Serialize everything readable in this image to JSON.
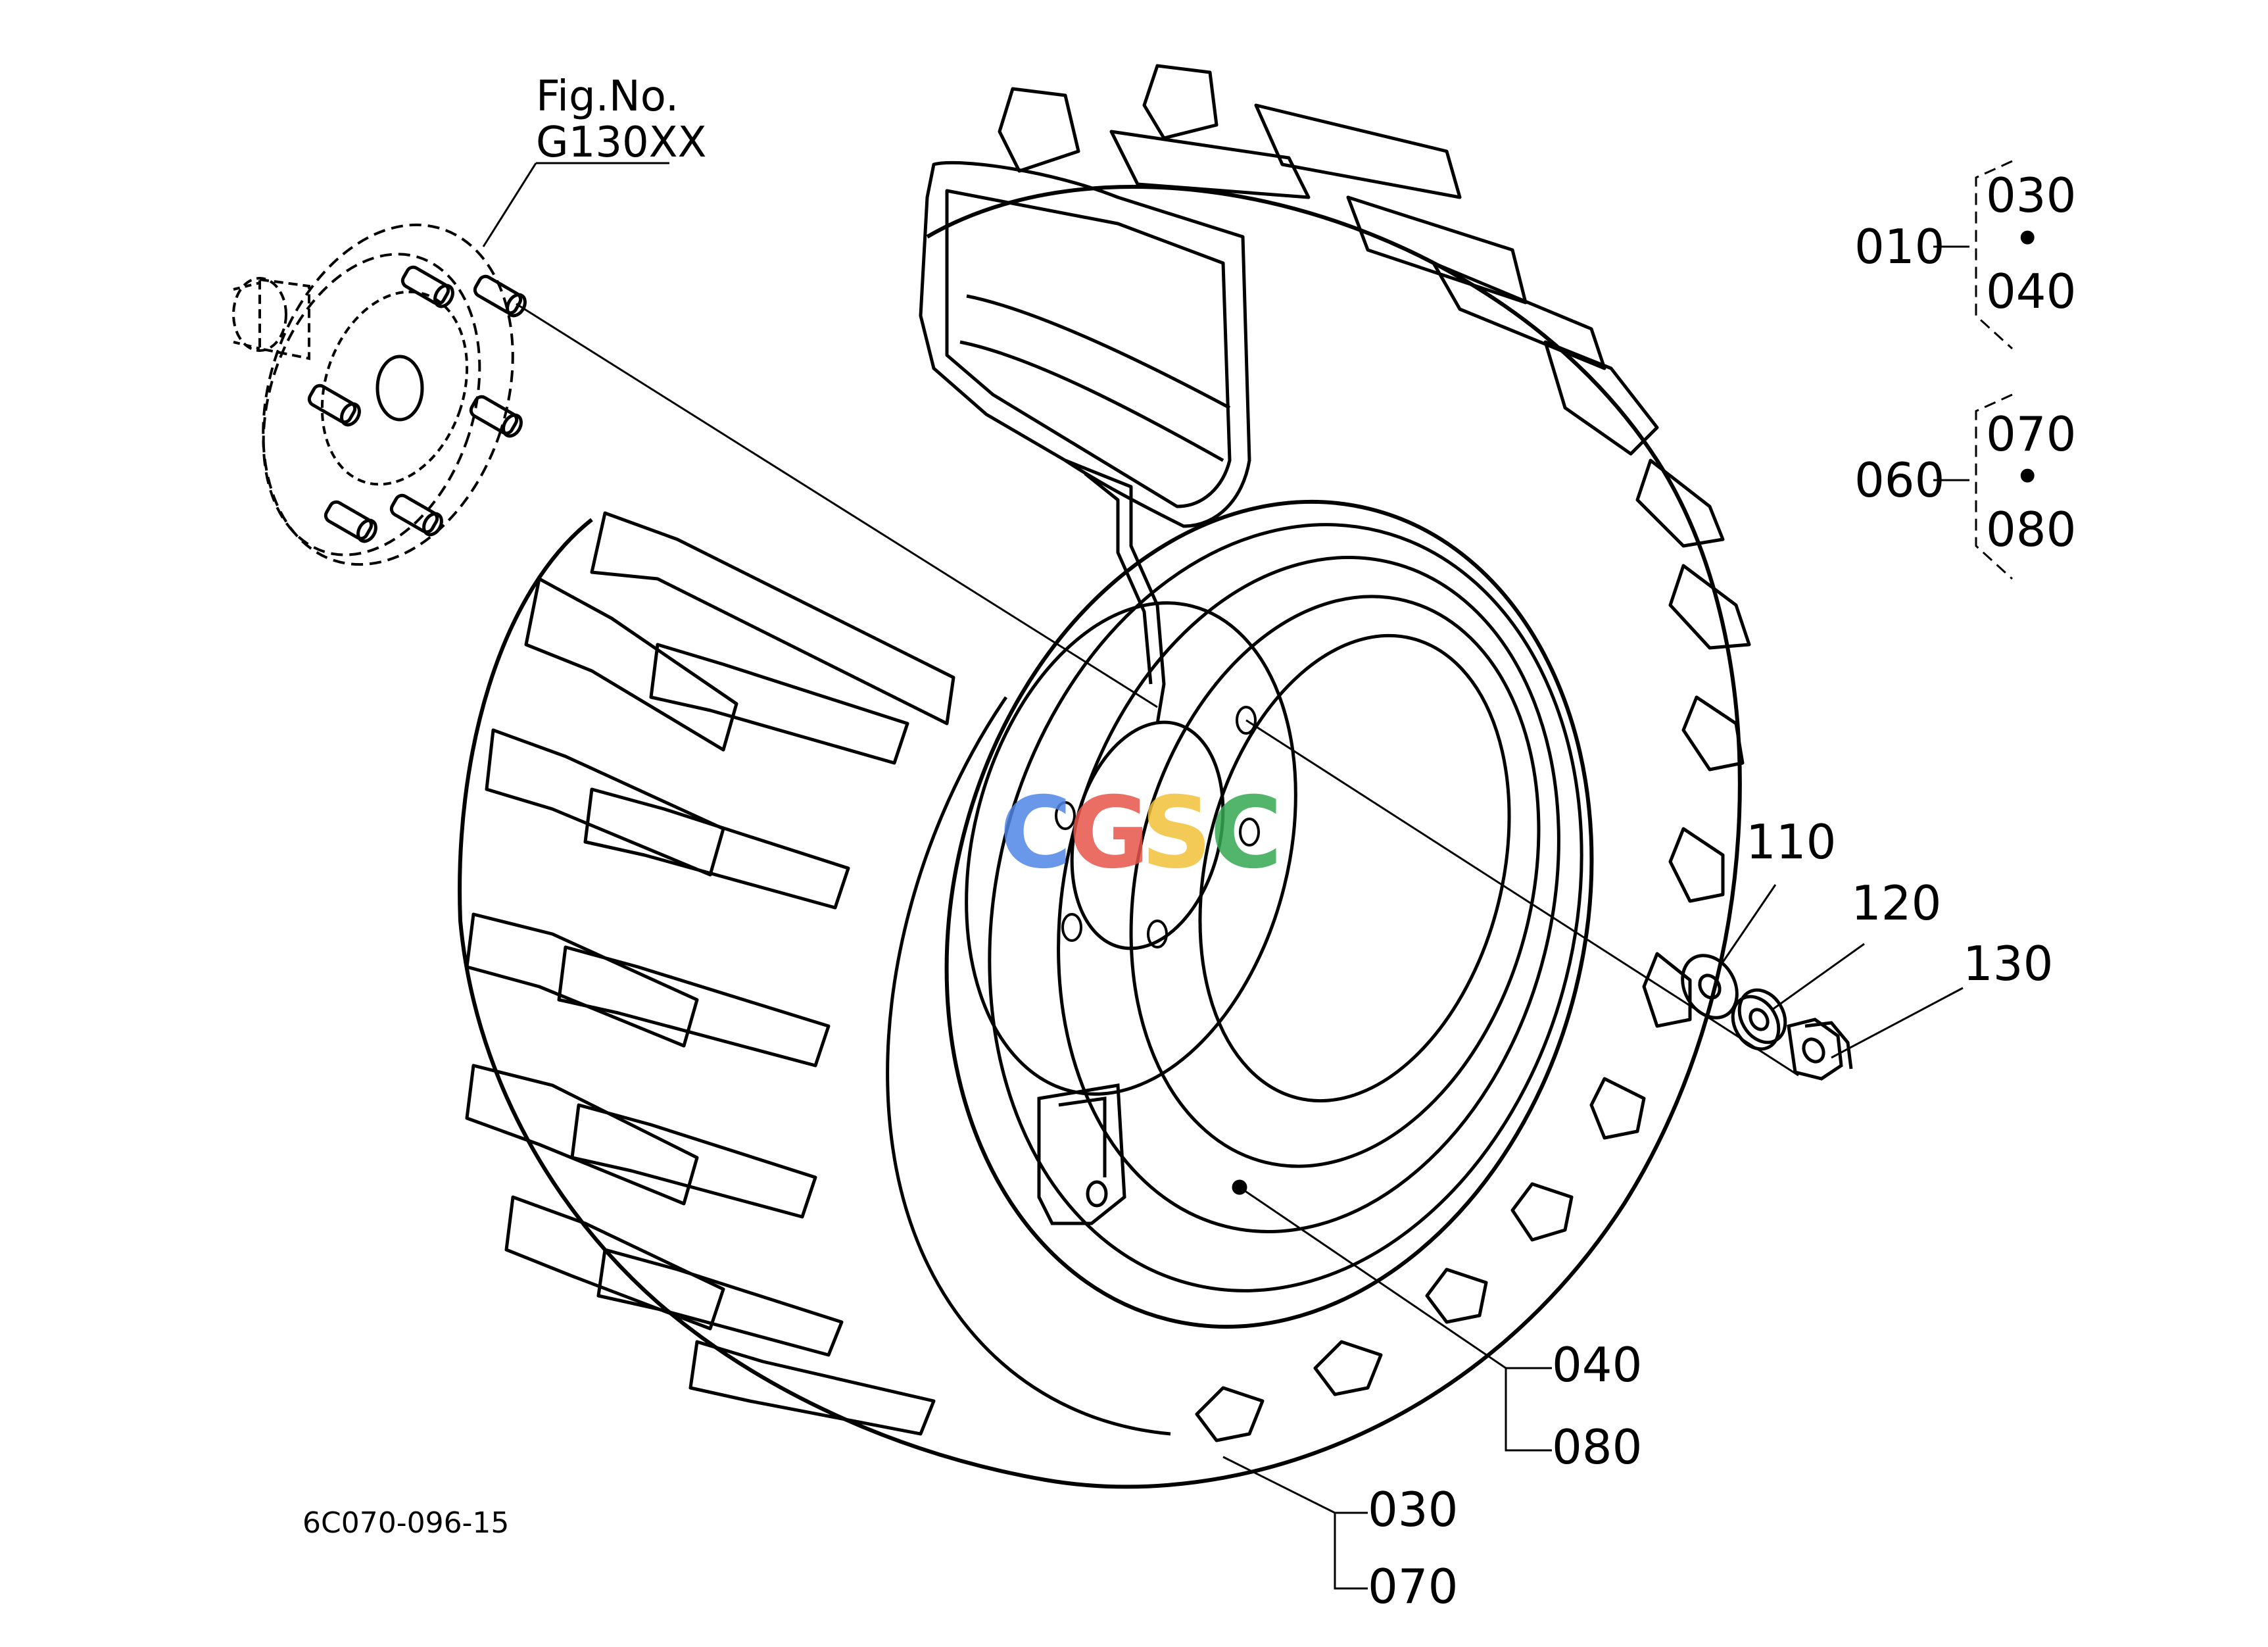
{
  "figure_ref": {
    "line1": "Fig.No.",
    "line2": "G130XX"
  },
  "drawing_code": "6C070-096-15",
  "watermark": {
    "letters": [
      "C",
      "G",
      "S",
      "C"
    ],
    "colors": [
      "#4f86e6",
      "#e8554a",
      "#f3c13a",
      "#36a853"
    ]
  },
  "assembly_groups": [
    {
      "parent": "010",
      "children": [
        "030",
        "040"
      ],
      "separator": "•"
    },
    {
      "parent": "060",
      "children": [
        "070",
        "080"
      ],
      "separator": "•"
    }
  ],
  "callouts": {
    "washer": "110",
    "spring_washer": "120",
    "nut": "130",
    "rim_a": "040",
    "rim_b": "080",
    "tire_a": "030",
    "tire_b": "070"
  },
  "colors": {
    "line": "#000000",
    "background": "#ffffff"
  }
}
